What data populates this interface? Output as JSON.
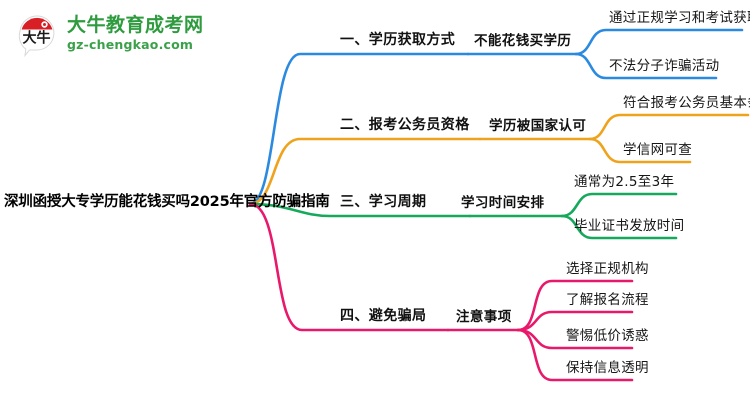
{
  "logo": {
    "icon": "speech-bubble-logo-icon",
    "brand_name": "大牛教育成考网",
    "brand_domain": "gz-chengkao.com",
    "brand_color": "#2f9b3f",
    "mark_accent_color": "#d81f26"
  },
  "mindmap": {
    "root": {
      "label": "深圳函授大专学历能花钱买吗2025年官方防骗指南"
    },
    "branches": [
      {
        "index": 1,
        "color": "#2b8ae0",
        "label": "一、学历获取方式",
        "sub": {
          "label": "不能花钱买学历",
          "leaves": [
            {
              "label": "通过正规学习和考试获取"
            },
            {
              "label": "不法分子诈骗活动"
            }
          ]
        }
      },
      {
        "index": 2,
        "color": "#efa31d",
        "label": "二、报考公务员资格",
        "sub": {
          "label": "学历被国家认可",
          "leaves": [
            {
              "label": "符合报考公务员基本条件"
            },
            {
              "label": "学信网可查"
            }
          ]
        }
      },
      {
        "index": 3,
        "color": "#16a85b",
        "label": "三、学习周期",
        "sub": {
          "label": "学习时间安排",
          "leaves": [
            {
              "label": "通常为2.5至3年"
            },
            {
              "label": "毕业证书发放时间"
            }
          ]
        }
      },
      {
        "index": 4,
        "color": "#e8186b",
        "label": "四、避免骗局",
        "sub": {
          "label": "注意事项",
          "leaves": [
            {
              "label": "选择正规机构"
            },
            {
              "label": "了解报名流程"
            },
            {
              "label": "警惕低价诱惑"
            },
            {
              "label": "保持信息透明"
            }
          ]
        }
      }
    ]
  }
}
